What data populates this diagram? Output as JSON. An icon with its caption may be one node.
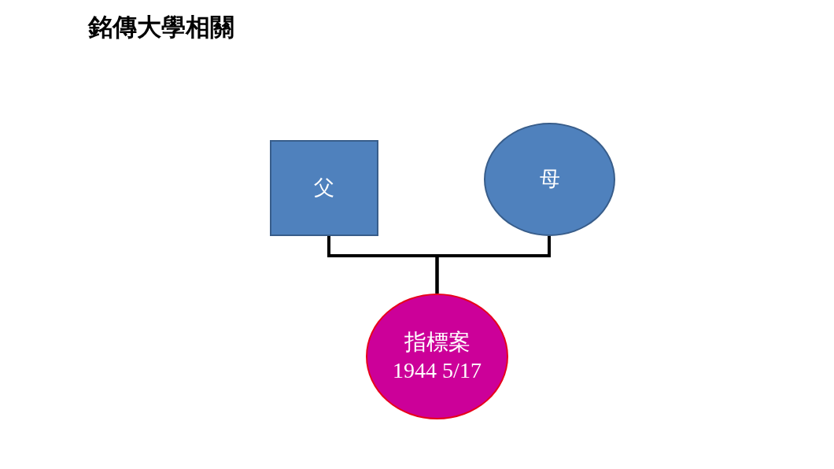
{
  "diagram": {
    "title": "銘傳大學相關",
    "nodes": [
      {
        "text": [
          "父"
        ]
      },
      {
        "text": [
          "母"
        ]
      },
      {
        "text": [
          "指標案1944 5/17"
        ]
      }
    ],
    "edges": [
      {
        "from": 0,
        "to": 2,
        "arrow": "none"
      },
      {
        "from": 1,
        "to": 2,
        "arrow": "none"
      }
    ]
  }
}
